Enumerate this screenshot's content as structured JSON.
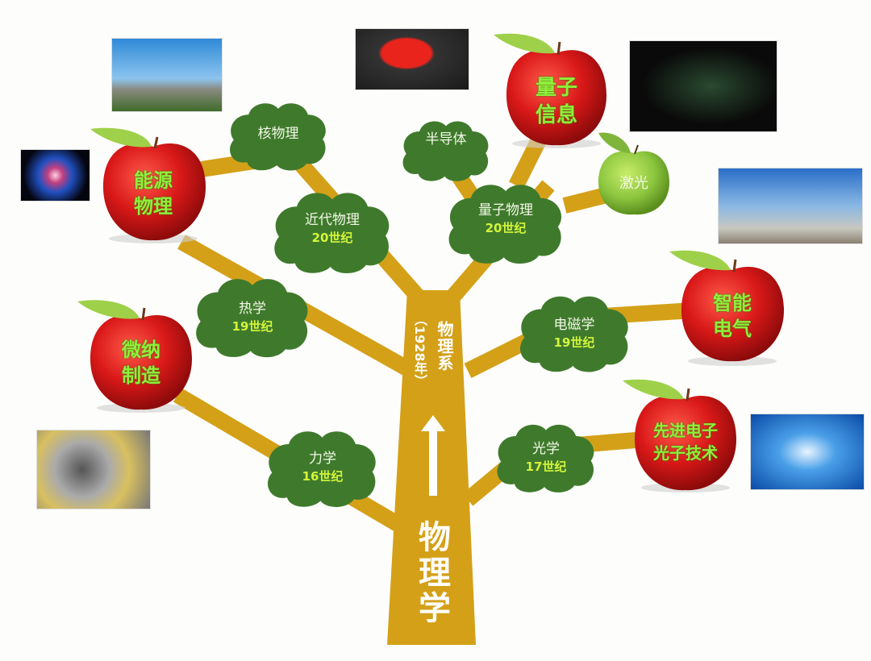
{
  "trunk": {
    "base_label": "物理学",
    "department_label": "物理系",
    "department_year": "（1928年）",
    "arrow": "up-arrow"
  },
  "branches": [
    {
      "name": "力学",
      "era": "16世纪"
    },
    {
      "name": "光学",
      "era": "17世纪"
    },
    {
      "name": "热学",
      "era": "19世纪"
    },
    {
      "name": "电磁学",
      "era": "19世纪"
    },
    {
      "name": "近代物理",
      "era": "20世纪"
    },
    {
      "name": "量子物理",
      "era": "20世纪"
    },
    {
      "name": "核物理",
      "era": ""
    },
    {
      "name": "半导体",
      "era": ""
    }
  ],
  "apples": [
    {
      "label_line1": "能源",
      "label_line2": "物理",
      "color": "red"
    },
    {
      "label_line1": "微纳",
      "label_line2": "制造",
      "color": "red"
    },
    {
      "label_line1": "量子",
      "label_line2": "信息",
      "color": "red"
    },
    {
      "label_line1": "激光",
      "label_line2": "",
      "color": "green"
    },
    {
      "label_line1": "智能",
      "label_line2": "电气",
      "color": "red"
    },
    {
      "label_line1": "先进电子",
      "label_line2": "光子技术",
      "color": "red"
    }
  ],
  "photos": [
    {
      "subject": "power-plant-cooling-towers"
    },
    {
      "subject": "laser-fusion-target"
    },
    {
      "subject": "chip-with-china-flag"
    },
    {
      "subject": "quantum-entanglement-particles"
    },
    {
      "subject": "electrical-substation"
    },
    {
      "subject": "jet-engine-turbine"
    },
    {
      "subject": "robot-hand-touchscreen"
    }
  ],
  "colors": {
    "branch": "#d4a017",
    "cloud": "#3f7a2c",
    "cloud_text": "#f2f7e6",
    "era_text": "#d4f53b",
    "apple_red": "#d81c1c",
    "apple_green": "#8cc63f",
    "apple_text": "#8ef03a"
  }
}
